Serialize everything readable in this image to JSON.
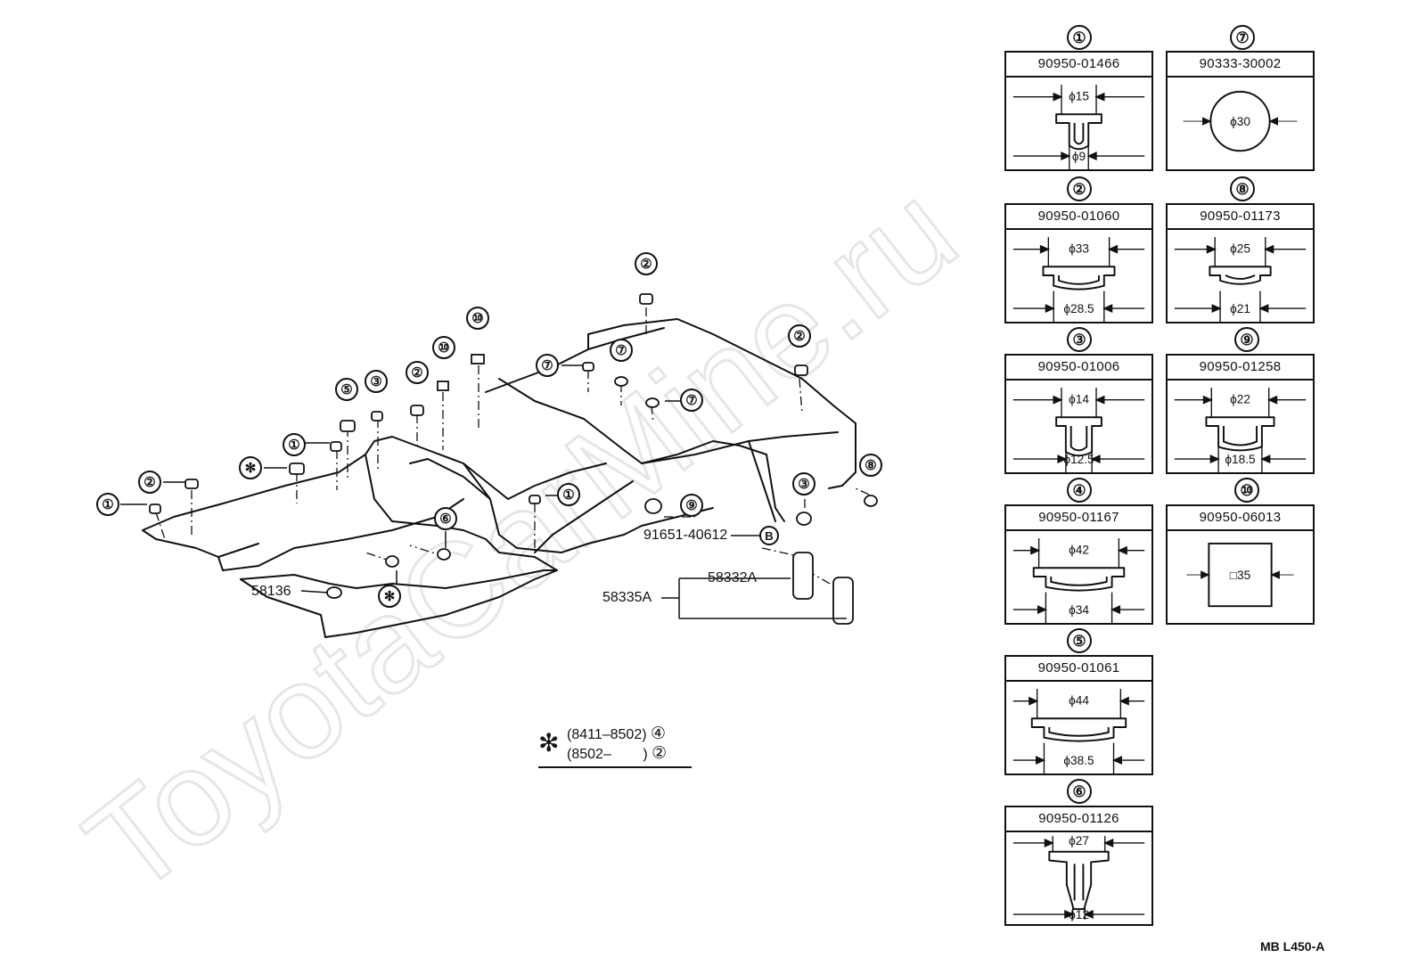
{
  "watermark": "ToyotaCarMine.ru",
  "parts": [
    {
      "num": "1",
      "part_number": "90950-01466",
      "dims": [
        "ϕ15",
        "ϕ9"
      ]
    },
    {
      "num": "7",
      "part_number": "90333-30002",
      "dims": [
        "ϕ30"
      ]
    },
    {
      "num": "2",
      "part_number": "90950-01060",
      "dims": [
        "ϕ33",
        "ϕ28.5"
      ]
    },
    {
      "num": "8",
      "part_number": "90950-01173",
      "dims": [
        "ϕ25",
        "ϕ21"
      ]
    },
    {
      "num": "3",
      "part_number": "90950-01006",
      "dims": [
        "ϕ14",
        "ϕ12.5"
      ]
    },
    {
      "num": "9",
      "part_number": "90950-01258",
      "dims": [
        "ϕ22",
        "ϕ18.5"
      ]
    },
    {
      "num": "4",
      "part_number": "90950-01167",
      "dims": [
        "ϕ42",
        "ϕ34"
      ]
    },
    {
      "num": "10",
      "part_number": "90950-06013",
      "dims": [
        "□35"
      ]
    },
    {
      "num": "5",
      "part_number": "90950-01061",
      "dims": [
        "ϕ44",
        "ϕ38.5"
      ]
    },
    {
      "num": "6",
      "part_number": "90950-01126",
      "dims": [
        "ϕ27",
        "ϕ12"
      ]
    }
  ],
  "circled_numbers": [
    "①",
    "②",
    "③",
    "④",
    "⑤",
    "⑥",
    "⑦",
    "⑧",
    "⑨",
    "⑩"
  ],
  "diagram_labels": {
    "screw": "91651-40612",
    "screw_ref": "B",
    "plug_a": "58332A",
    "plug_b": "58335A",
    "plug_c": "58136"
  },
  "footnote": {
    "symbol": "✻",
    "line1_range": "(8411–8502)",
    "line1_ref": "④",
    "line2_range": "(8502–        )",
    "line2_ref": "②"
  },
  "drawing_code": "MB L450-A"
}
